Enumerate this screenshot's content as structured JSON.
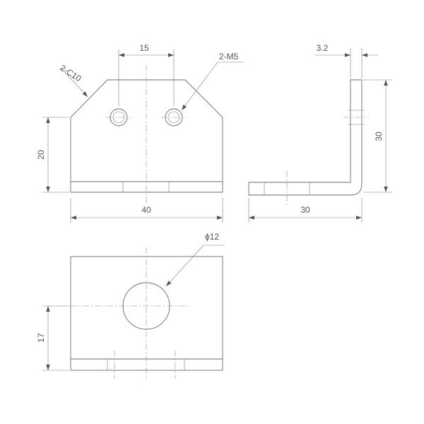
{
  "colors": {
    "line": "#6a6a6a",
    "text": "#555555",
    "background": "#ffffff"
  },
  "front_view": {
    "chamfer_label": "2-C10",
    "holes_label": "2-M5",
    "hole_spacing": "15",
    "width": "40",
    "height": "20"
  },
  "side_view": {
    "thickness": "3.2",
    "height": "30",
    "depth": "30"
  },
  "top_view": {
    "hole_diameter": "ϕ12",
    "offset": "17"
  }
}
